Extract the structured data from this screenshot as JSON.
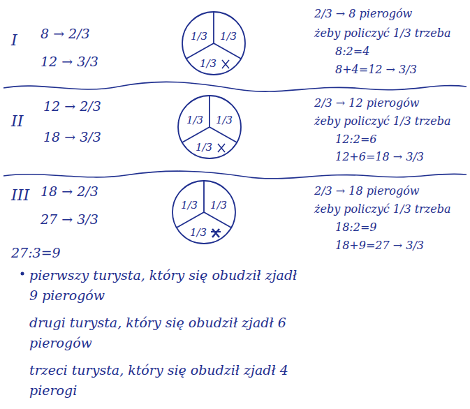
{
  "diagram": {
    "nodes": [
      {
        "text": [
          "1/3",
          "1/3",
          "1/3"
        ]
      },
      {
        "text": [
          "1/3",
          "1/3",
          "1/3"
        ]
      },
      {
        "text": [
          "1/3",
          "1/3",
          "1/3"
        ]
      }
    ],
    "labels": [
      "I",
      "8 → 2/3",
      "12 → 3/3",
      "2/3 → 8 pierogów",
      "żeby policzyć 1/3 trzeba",
      "8:2=4",
      "8+4=12 → 3/3",
      "II",
      "12 → 2/3",
      "18 → 3/3",
      "2/3 → 12 pierogów",
      "żeby policzyć 1/3 trzeba",
      "12:2=6",
      "12+6=18 → 3/3",
      "III",
      "18 → 2/3",
      "27 → 3/3",
      "2/3 → 18 pierogów",
      "żeby policzyć 1/3 trzeba",
      "18:2=9",
      "18+9=27 → 3/3",
      "27:3=9",
      "pierwszy turysta, który się obudził zjadł 9 pierogów",
      "drugi turysta, który się obudził zjadł 6 pierogów",
      "trzeci turysta, który się obudził zjadł 4 pierogi"
    ]
  }
}
